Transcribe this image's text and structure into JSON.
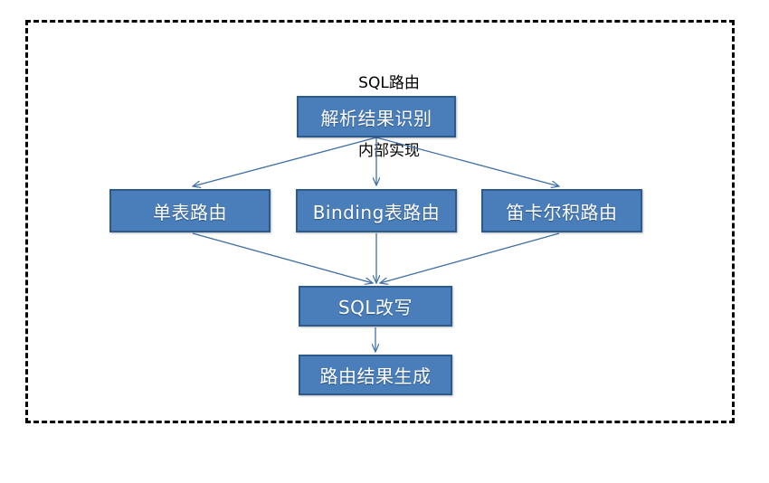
{
  "diagram": {
    "type": "flowchart",
    "title_lines": [
      "SQL路由",
      "内部实现"
    ],
    "frame": {
      "style": "dashed",
      "color": "#000000"
    },
    "colors": {
      "node_fill": "#4a7ebb",
      "node_border": "#2e5a8a",
      "node_text": "#ffffff",
      "edge": "#3f6fa8",
      "frame": "#000000",
      "title_text": "#000000",
      "background": "#ffffff"
    },
    "nodes": [
      {
        "id": "parse",
        "label": "解析结果识别",
        "row": 0
      },
      {
        "id": "single",
        "label": "单表路由",
        "row": 1
      },
      {
        "id": "binding",
        "label": "Binding表路由",
        "row": 1
      },
      {
        "id": "cartesian",
        "label": "笛卡尔积路由",
        "row": 1
      },
      {
        "id": "rewrite",
        "label": "SQL改写",
        "row": 2
      },
      {
        "id": "result",
        "label": "路由结果生成",
        "row": 3
      }
    ],
    "edges": [
      {
        "from": "parse",
        "to": "single",
        "label": ""
      },
      {
        "from": "parse",
        "to": "binding",
        "label": ""
      },
      {
        "from": "parse",
        "to": "cartesian",
        "label": ""
      },
      {
        "from": "single",
        "to": "rewrite",
        "label": ""
      },
      {
        "from": "binding",
        "to": "rewrite",
        "label": ""
      },
      {
        "from": "cartesian",
        "to": "rewrite",
        "label": ""
      },
      {
        "from": "rewrite",
        "to": "result",
        "label": ""
      }
    ]
  }
}
